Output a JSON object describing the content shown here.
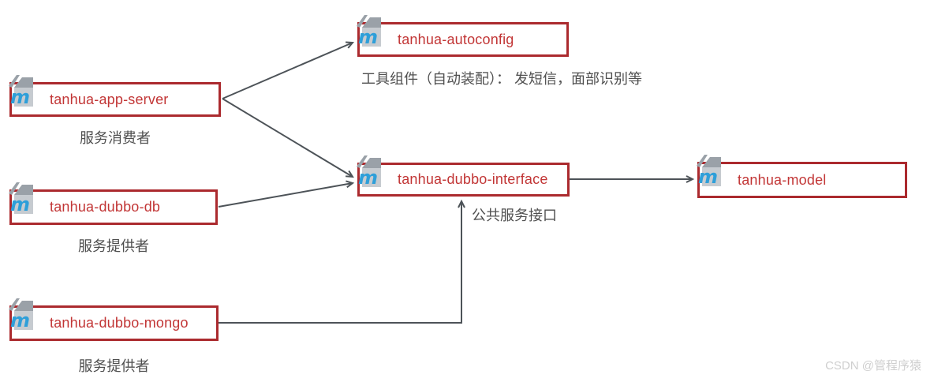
{
  "diagram_type": "maven-module-dependency-diagram",
  "nodes": [
    {
      "label": "tanhua-app-server",
      "caption": "服务消费者",
      "icon": "maven-module-icon"
    },
    {
      "label": "tanhua-dubbo-db",
      "caption": "服务提供者",
      "icon": "maven-module-icon"
    },
    {
      "label": "tanhua-dubbo-mongo",
      "caption": "服务提供者",
      "icon": "maven-module-icon"
    },
    {
      "label": "tanhua-autoconfig",
      "caption": "工具组件（自动装配）： 发短信，面部识别等",
      "icon": "maven-module-icon"
    },
    {
      "label": "tanhua-dubbo-interface",
      "caption": "公共服务接口",
      "icon": "maven-module-icon"
    },
    {
      "label": "tanhua-model",
      "caption": "",
      "icon": "maven-module-icon"
    }
  ],
  "edges": [
    {
      "from": "tanhua-app-server",
      "to": "tanhua-autoconfig"
    },
    {
      "from": "tanhua-app-server",
      "to": "tanhua-dubbo-interface"
    },
    {
      "from": "tanhua-dubbo-db",
      "to": "tanhua-dubbo-interface"
    },
    {
      "from": "tanhua-dubbo-mongo",
      "to": "tanhua-dubbo-interface"
    },
    {
      "from": "tanhua-dubbo-interface",
      "to": "tanhua-model"
    }
  ],
  "watermark": "CSDN @管程序猿",
  "colors": {
    "node-border": "#ab2a2e",
    "node-text": "#c23636",
    "arrow": "#4d5358",
    "caption": "#4f4f4f",
    "watermark": "#cfcfcf",
    "maven-blue": "#2e9fd9",
    "maven-gray": "#c6cbd0",
    "maven-dark": "#9aa1a8"
  }
}
